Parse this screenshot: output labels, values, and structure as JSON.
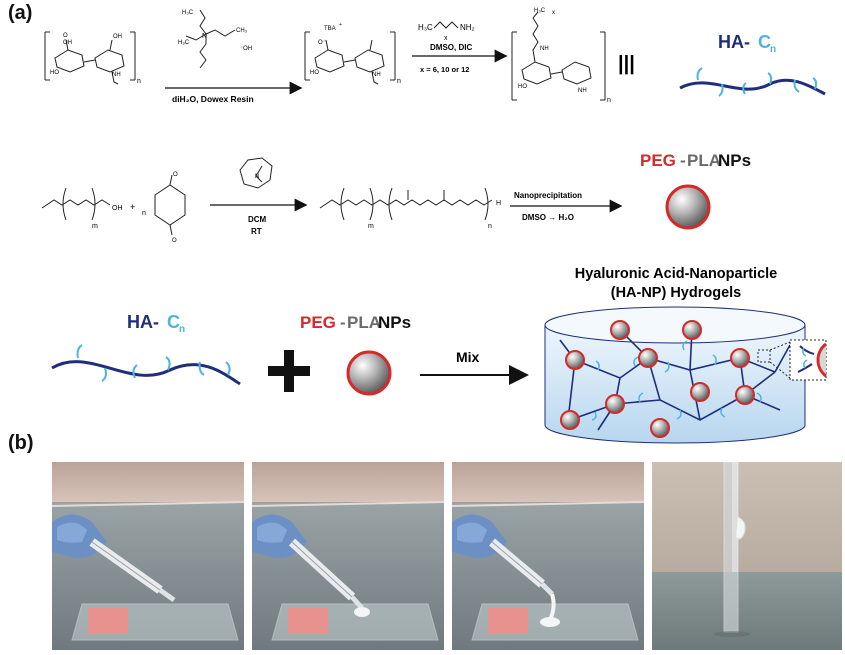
{
  "panel_a_label": "(a)",
  "panel_b_label": "(b)",
  "row1": {
    "reagent_top": "OH",
    "tba_label": "TBA",
    "tba_charge": "+",
    "step1_conditions": "diH₂O, Dowex Resin",
    "amine_label": "H₃C",
    "amine_x": "x",
    "amine_nh2": "NH₂",
    "step2_reagents": "DMSO, DIC",
    "step2_note": "x = 6, 10 or 12",
    "equivalence": "|||",
    "ha_cn_prefix": "HA-",
    "ha_cn_suffix": "C",
    "ha_cn_sub": "n",
    "repeat_n": "n",
    "nh_label": "NH",
    "ho_label": "HO",
    "o_label": "O"
  },
  "row2": {
    "peg_m": "m",
    "peg_oh": "OH",
    "plus": "+",
    "lactide_n": "n",
    "step_solvent": "DCM",
    "step_temp": "RT",
    "product_m": "m",
    "product_n": "n",
    "product_h": "H",
    "nanoprecip_label": "Nanoprecipitation",
    "nanoprecip_solvent": "DMSO → H₂O",
    "np_title_peg": "PEG",
    "np_title_dash1": "-",
    "np_title_pla": "PLA",
    "np_title_nps": " NPs"
  },
  "row3": {
    "ha_cn_prefix": "HA-",
    "ha_cn_suffix": "C",
    "ha_cn_sub": "n",
    "np_peg": "PEG",
    "np_dash": "-",
    "np_pla": "PLA",
    "np_nps": " NPs",
    "mix_label": "Mix",
    "hydrogel_title_line1": "Hyaluronic Acid-Nanoparticle",
    "hydrogel_title_line2": "(HA-NP) Hydrogels"
  },
  "colors": {
    "ha_navy": "#1f2e7a",
    "cn_cyan": "#4fb3e0",
    "peg_red": "#d42a2a",
    "pla_gray": "#6b6b6b",
    "gel_blue": "#cfe4f5"
  }
}
